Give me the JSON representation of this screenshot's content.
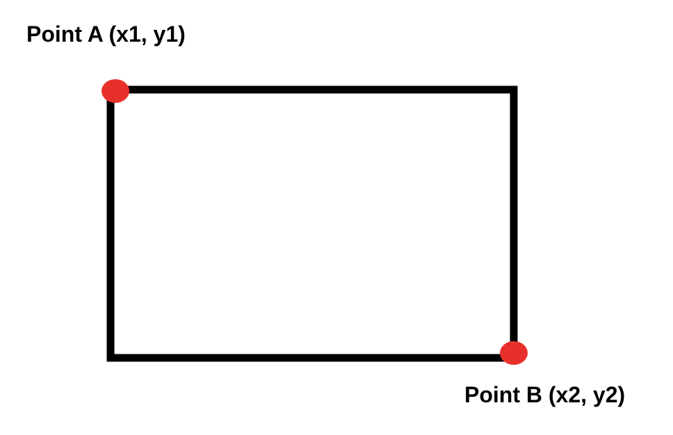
{
  "diagram": {
    "point_a": {
      "label": "Point A (x1, y1)",
      "corner": "top-left"
    },
    "point_b": {
      "label": "Point B (x2, y2)",
      "corner": "bottom-right"
    },
    "colors": {
      "background": "#ffffff",
      "rectangle_stroke": "#000000",
      "point_fill": "#e8302a",
      "label_text": "#000000"
    }
  }
}
